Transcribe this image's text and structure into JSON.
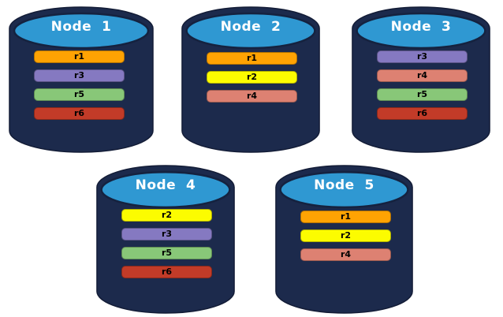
{
  "colors": {
    "background": "#ffffff",
    "cylinder_body": "#1C2A4C",
    "cylinder_top": "#2F98D2",
    "title_text": "#ffffff",
    "bar_text": "#000000"
  },
  "replica_colors": {
    "r1": "#FFA303",
    "r2": "#FCFC00",
    "r3": "#8579C1",
    "r4": "#DD8172",
    "r5": "#88C778",
    "r6": "#C23B28"
  },
  "nodes": [
    {
      "label": "Node  1",
      "replicas": [
        "r1",
        "r3",
        "r5",
        "r6"
      ]
    },
    {
      "label": "Node  2",
      "replicas": [
        "r1",
        "r2",
        "r4"
      ]
    },
    {
      "label": "Node  3",
      "replicas": [
        "r3",
        "r4",
        "r5",
        "r6"
      ]
    },
    {
      "label": "Node  4",
      "replicas": [
        "r2",
        "r3",
        "r5",
        "r6"
      ]
    },
    {
      "label": "Node  5",
      "replicas": [
        "r1",
        "r2",
        "r4"
      ]
    }
  ]
}
